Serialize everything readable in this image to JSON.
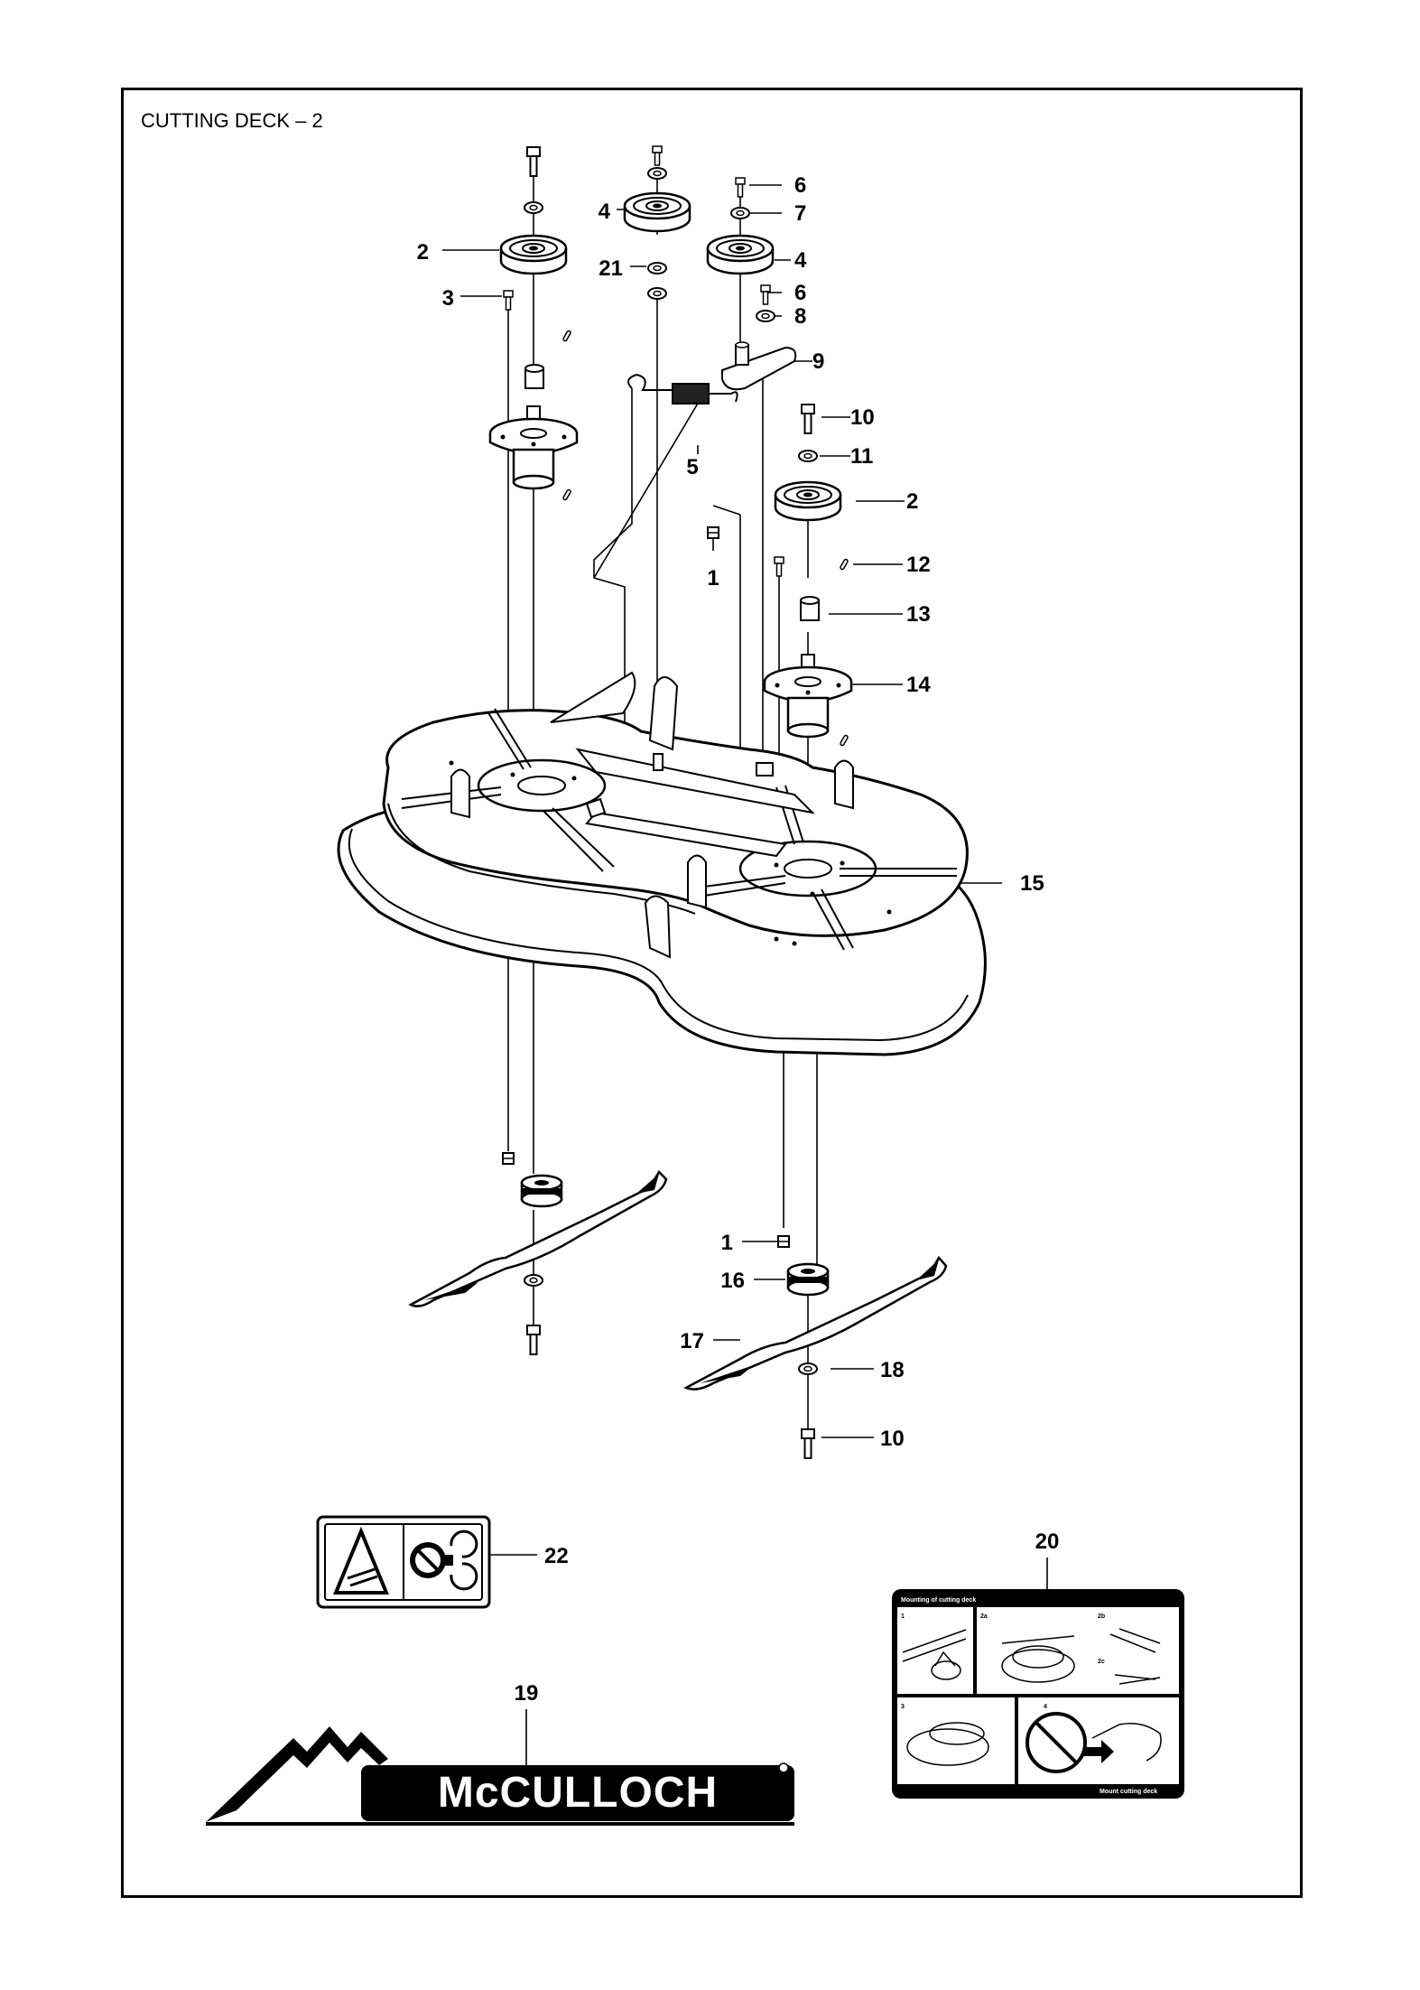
{
  "title": "CUTTING DECK – 2",
  "callouts": {
    "c1a": "1",
    "c1b": "1",
    "c2a": "2",
    "c2b": "2",
    "c3": "3",
    "c4a": "4",
    "c4b": "4",
    "c5": "5",
    "c6a": "6",
    "c6b": "6",
    "c7": "7",
    "c8": "8",
    "c9": "9",
    "c10a": "10",
    "c10b": "10",
    "c11": "11",
    "c12": "12",
    "c13": "13",
    "c14": "14",
    "c15": "15",
    "c16": "16",
    "c17": "17",
    "c18": "18",
    "c19": "19",
    "c20": "20",
    "c21": "21",
    "c22": "22"
  },
  "logo": {
    "brand": "McCULLOCH"
  },
  "decal_20": {
    "heading": "Mounting of cutting deck",
    "steps": [
      "1",
      "2a",
      "2b",
      "2c",
      "3",
      "4"
    ],
    "footer": "Mount cutting deck"
  }
}
